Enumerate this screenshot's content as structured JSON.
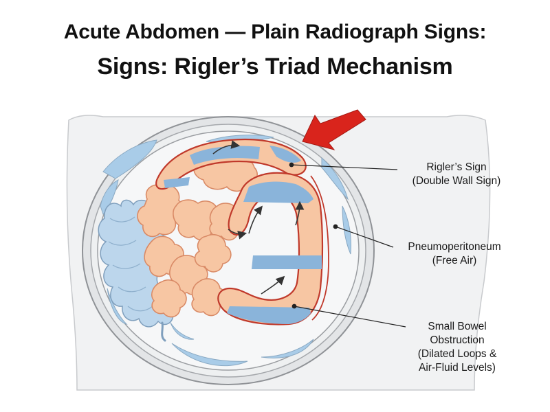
{
  "title": {
    "line1": "Acute Abdomen — Plain Radiograph Signs:",
    "line2": "Signs: Rigler’s Triad Mechanism"
  },
  "callouts": {
    "rigler": {
      "line1": "Rigler’s Sign",
      "line2": "(Double Wall Sign)"
    },
    "pneumo": {
      "line1": "Pneumoperitoneum",
      "line2": "(Free Air)"
    },
    "sbo": {
      "line1": "Small Bowel",
      "line2": "Obstruction",
      "line3": "(Dilated Loops &",
      "line4": "Air-Fluid Levels)"
    }
  },
  "colors": {
    "small_bowel_fill": "#f7c6a3",
    "small_bowel_outline": "#d98a66",
    "colon_fill": "#bcd6ec",
    "gas_blue": "#8ab4da",
    "free_air_blue": "#a9cce8",
    "body_wall": "#e4e6e8",
    "bowel_wall_red": "#c0392b",
    "arrow_red": "#d9241c"
  },
  "icons": {
    "pointer": "red-arrow-icon",
    "flow": "peristalsis-arrow-icon"
  }
}
